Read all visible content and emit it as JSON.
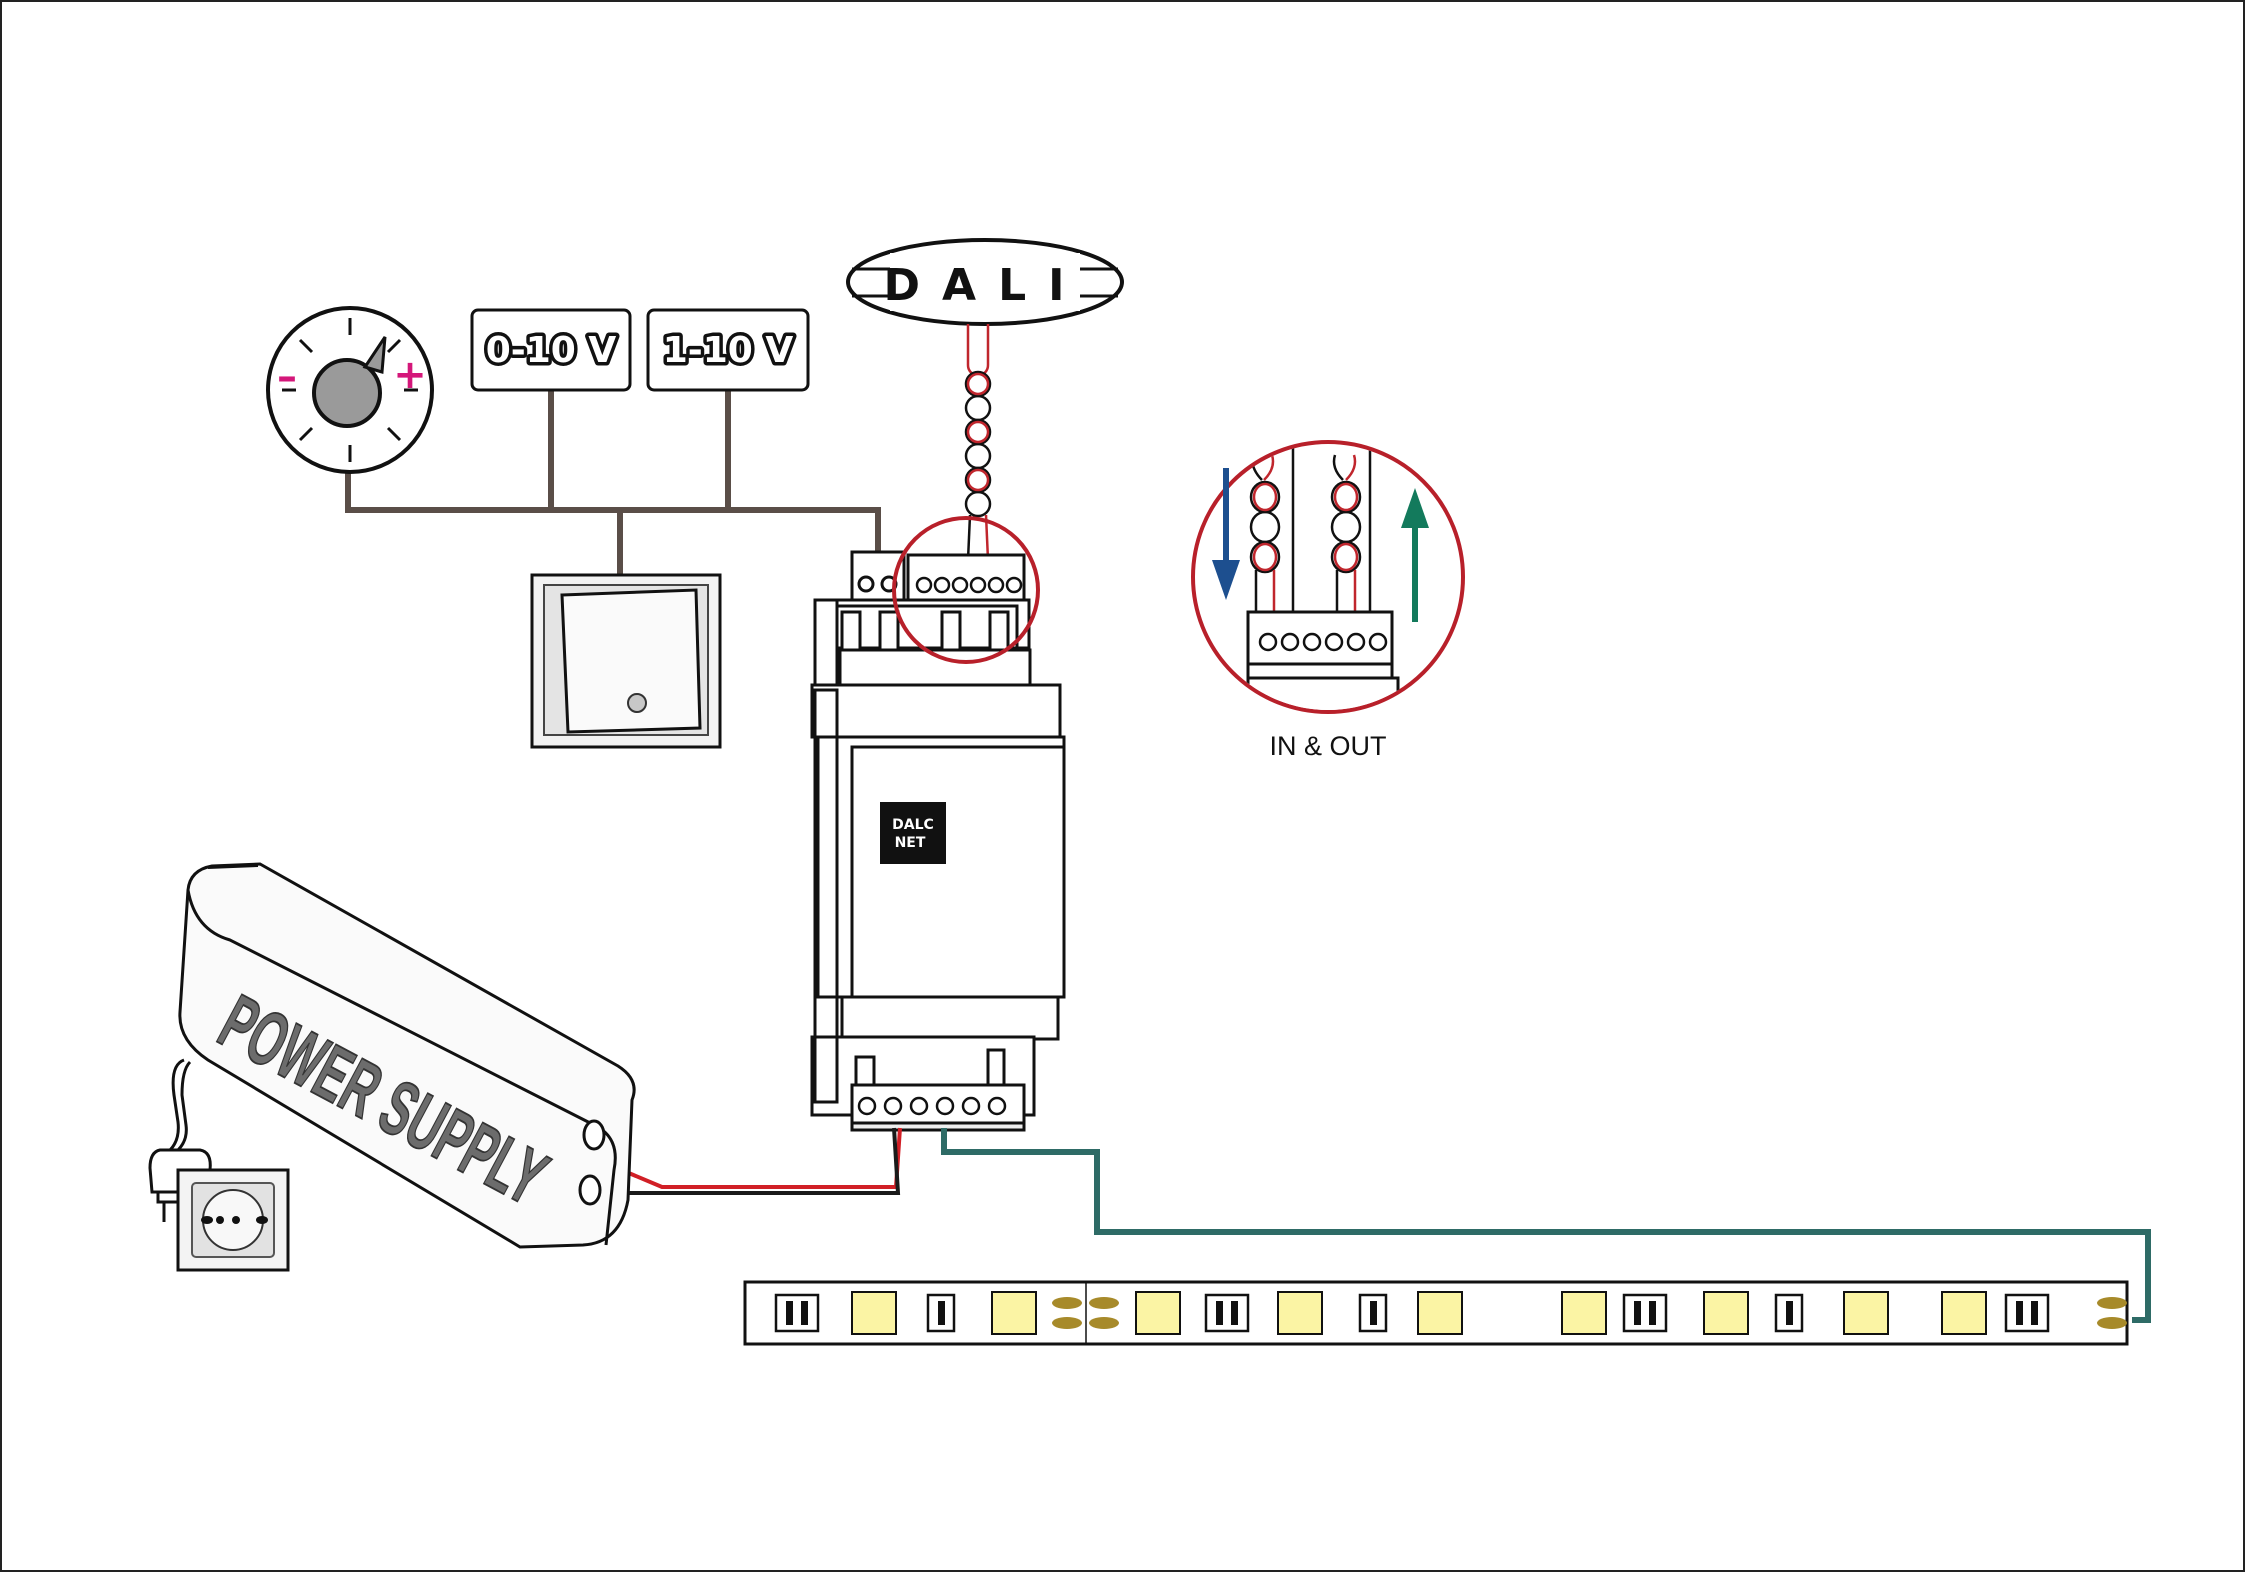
{
  "labels": {
    "dali": "DALI",
    "signal_0_10": "0-10 V",
    "signal_1_10": "1-10 V",
    "minus": "–",
    "plus": "+",
    "controller_line1": "DALC",
    "controller_line2": "NET",
    "power_supply": "POWER SUPPLY",
    "inset_caption": "IN & OUT"
  },
  "colors": {
    "control_wire": "#5a4e48",
    "dali_wire": "#c0262d",
    "positive_wire": "#d11f26",
    "negative_wire": "#1a1a1a",
    "output_wire": "#2e6b66",
    "highlight_circle": "#b8202a",
    "arrow_in": "#1d4f8f",
    "arrow_out": "#137a5c",
    "led_chip": "#fbf4a4",
    "solder_pad": "#a78a2a",
    "knob_sign": "#d4177a",
    "knob_fill": "#9a9a9a",
    "power_supply_text": "#6c6c6c"
  },
  "icons": {
    "dimmer": "rotary-dimmer-icon",
    "switch": "push-switch-icon",
    "plug": "mains-plug-icon",
    "socket": "wall-socket-icon",
    "arrow_in": "arrow-down-icon",
    "arrow_out": "arrow-up-icon"
  }
}
